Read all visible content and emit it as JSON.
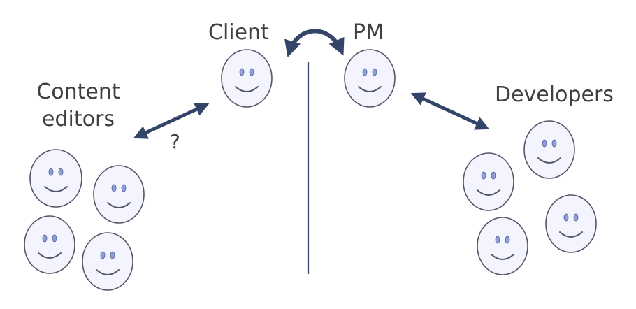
{
  "labels": {
    "client": "Client",
    "pm": "PM",
    "content_editors_line1": "Content",
    "content_editors_line2": "editors",
    "developers": "Developers",
    "question": "?"
  },
  "colors": {
    "arrow": "#35456a",
    "face_fill": "#f4f4ff",
    "face_stroke": "#55556a",
    "eye_fill": "#8f9fd6",
    "eye_stroke": "#4e5e9a",
    "divider": "#35456a",
    "text": "#3f3f3f"
  },
  "faces": [
    {
      "name": "face-client"
    },
    {
      "name": "face-pm"
    },
    {
      "name": "face-content-editor-1"
    },
    {
      "name": "face-content-editor-2"
    },
    {
      "name": "face-content-editor-3"
    },
    {
      "name": "face-content-editor-4"
    },
    {
      "name": "face-developer-1"
    },
    {
      "name": "face-developer-2"
    },
    {
      "name": "face-developer-3"
    },
    {
      "name": "face-developer-4"
    }
  ]
}
